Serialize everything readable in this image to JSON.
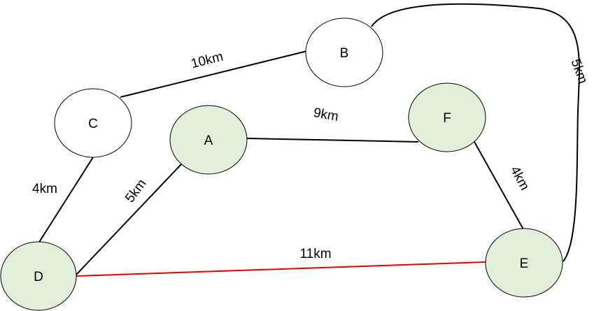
{
  "colors": {
    "visited_fill": "#e2efda",
    "unvisited_fill": "#ffffff",
    "edge_default": "#000000",
    "edge_highlight": "#e60000"
  },
  "nodes": [
    {
      "id": "A",
      "label": "A",
      "visited": true
    },
    {
      "id": "B",
      "label": "B",
      "visited": false
    },
    {
      "id": "C",
      "label": "C",
      "visited": false
    },
    {
      "id": "D",
      "label": "D",
      "visited": true
    },
    {
      "id": "E",
      "label": "E",
      "visited": true
    },
    {
      "id": "F",
      "label": "F",
      "visited": true
    }
  ],
  "edges": [
    {
      "id": "C-B",
      "from": "C",
      "to": "B",
      "label": "10km",
      "highlighted": false
    },
    {
      "id": "B-E",
      "from": "B",
      "to": "E",
      "label": "5km",
      "highlighted": false
    },
    {
      "id": "A-F",
      "from": "A",
      "to": "F",
      "label": "9km",
      "highlighted": false
    },
    {
      "id": "C-D",
      "from": "C",
      "to": "D",
      "label": "4km",
      "highlighted": false
    },
    {
      "id": "D-A",
      "from": "D",
      "to": "A",
      "label": "5km",
      "highlighted": false
    },
    {
      "id": "F-E",
      "from": "F",
      "to": "E",
      "label": "4km",
      "highlighted": false
    },
    {
      "id": "D-E",
      "from": "D",
      "to": "E",
      "label": "11km",
      "highlighted": true
    }
  ]
}
